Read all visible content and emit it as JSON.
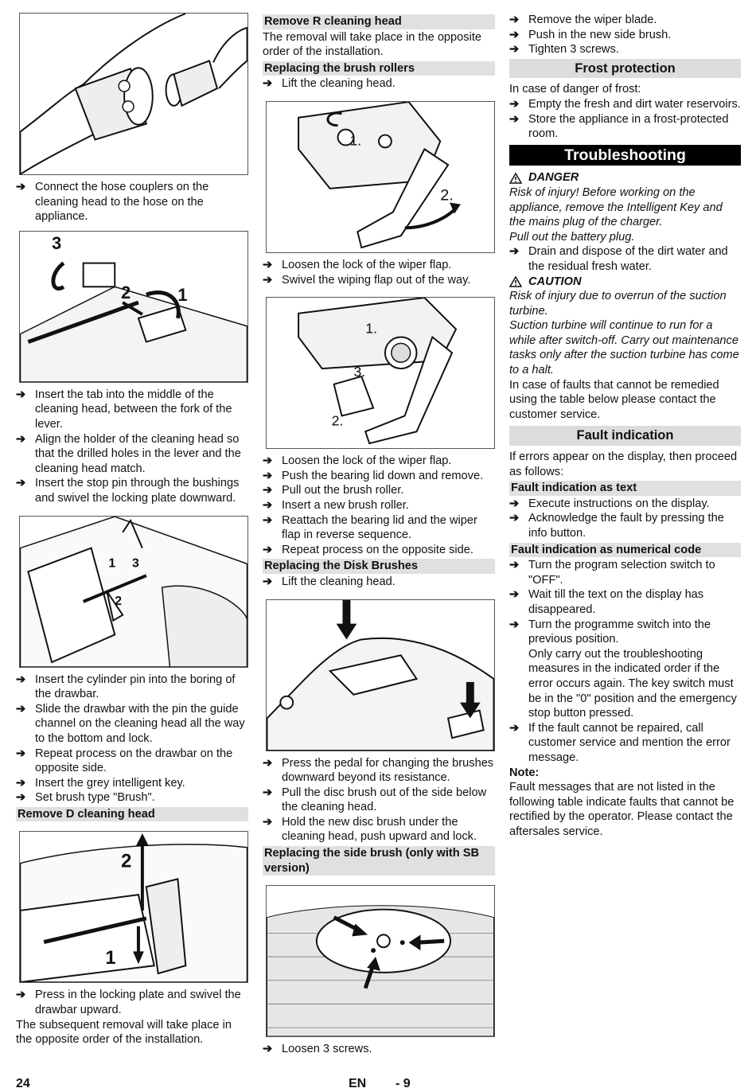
{
  "col1": {
    "step_hose": "Connect the hose couplers on the cleaning head to the hose on the appliance.",
    "steps_tab": [
      "Insert the tab into the middle of the cleaning head, between the fork of the lever.",
      "Align the holder of the cleaning head so that the drilled holes in the lever and the cleaning head match.",
      "Insert the stop pin through the bushings and swivel the locking plate downward."
    ],
    "steps_drawbar": [
      "Insert the cylinder pin into the boring of the drawbar.",
      "Slide the drawbar with the pin the guide channel on the cleaning head all the way to the bottom and lock.",
      "Repeat process on the drawbar on the opposite side.",
      "Insert the grey intelligent key.",
      "Set brush type \"Brush\"."
    ],
    "heading_remove_d": "Remove D cleaning head",
    "step_locking_plate": "Press in the locking plate and swivel the drawbar upward.",
    "subsequent_removal": "The subsequent removal will take place in the opposite order of the installation.",
    "fig_labels": {
      "a3": "3",
      "a2": "2",
      "a1": "1",
      "b1": "1",
      "b2": "2",
      "b3": "3",
      "c2": "2",
      "c1": "1"
    }
  },
  "col2": {
    "heading_remove_r": "Remove R cleaning head",
    "removal_text": "The removal will take place in the opposite order of the installation.",
    "heading_rollers": "Replacing the brush rollers",
    "step_lift": "Lift the cleaning head.",
    "steps_wiper": [
      "Loosen the lock of the wiper flap.",
      "Swivel the wiping flap out of the way."
    ],
    "steps_roller": [
      "Loosen the lock of the wiper flap.",
      "Push the bearing lid down and remove.",
      "Pull out the brush roller.",
      "Insert a new brush roller.",
      "Reattach the bearing lid and the wiper flap in reverse sequence.",
      "Repeat process on the opposite side."
    ],
    "heading_disk": "Replacing the Disk Brushes",
    "step_lift2": "Lift the cleaning head.",
    "steps_disk": [
      "Press the pedal for changing the brushes downward beyond its resistance.",
      "Pull the disc brush out of the side below the cleaning head.",
      "Hold the new disc brush under the cleaning head, push upward and lock."
    ],
    "heading_side": "Replacing the side brush (only with SB version)",
    "step_screws": "Loosen 3 screws.",
    "fig_labels": {
      "r1": "1.",
      "r2": "2.",
      "s1": "1.",
      "s3": "3.",
      "s2": "2."
    }
  },
  "col3": {
    "steps_top": [
      "Remove the wiper blade.",
      "Push in the new side brush.",
      "Tighten 3 screws."
    ],
    "heading_frost": "Frost protection",
    "frost_intro": "In case of danger of frost:",
    "steps_frost": [
      "Empty the fresh and dirt water reservoirs.",
      "Store the appliance in a frost-protected room."
    ],
    "heading_trouble": "Troubleshooting",
    "danger_label": "DANGER",
    "danger_text": "Risk of injury! Before working on the appliance, remove the Intelligent Key and the mains plug of the charger.",
    "danger_text2": "Pull out the battery plug.",
    "step_drain": "Drain and dispose of the dirt water and the residual fresh water.",
    "caution_label": "CAUTION",
    "caution_text": "Risk of injury due to overrun of the suction turbine.",
    "caution_text2": "Suction turbine will continue to run for a while after switch-off. Carry out maintenance tasks only after the suction turbine has come to a halt.",
    "faults_text": "In case of faults that cannot be remedied using the table below please contact the customer service.",
    "heading_fault": "Fault indication",
    "fault_intro": "If errors appear on the display, then proceed as follows:",
    "heading_fault_text": "Fault indication as text",
    "steps_fault_text": [
      "Execute instructions on the display.",
      "Acknowledge the fault by pressing the info button."
    ],
    "heading_fault_code": "Fault indication as numerical code",
    "steps_fault_code": [
      "Turn the program selection switch to \"OFF\".",
      "Wait till the text on the display has disappeared.",
      "Turn the programme switch into the previous position."
    ],
    "carry_out": "Only carry out the troubleshooting measures in the indicated order if the error occurs again. The key switch must be in the \"0\" position and the emergency stop button pressed.",
    "step_cannot_repair": "If the fault cannot be repaired, call customer service and mention the error message.",
    "note_label": "Note:",
    "note_text": "Fault messages that are not listed in the following table indicate faults that cannot be rectified by the operator. Please contact the aftersales service."
  },
  "footer": {
    "page_left": "24",
    "lang": "EN",
    "page_right": "- 9"
  },
  "arrow": "➔"
}
